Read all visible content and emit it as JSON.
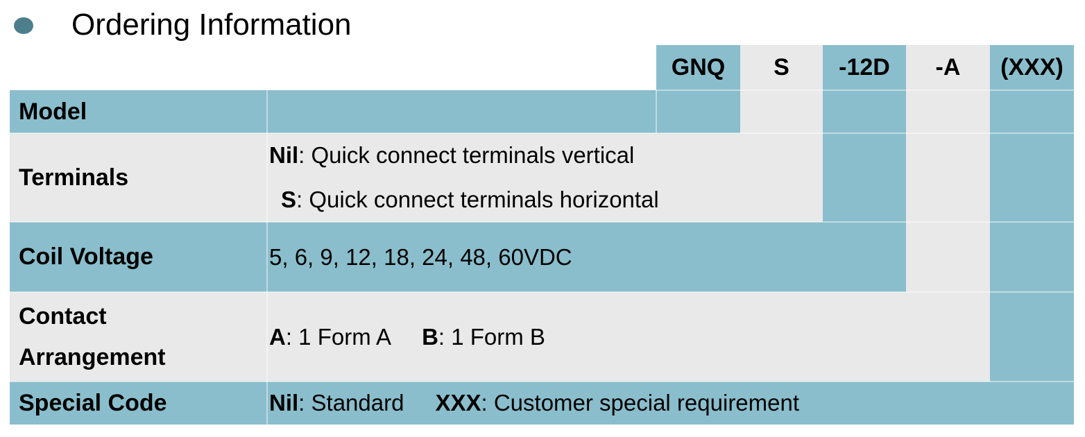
{
  "title": {
    "text": "Ordering Information"
  },
  "colors": {
    "teal": "#8ABECC",
    "gray": "#E9E9E9",
    "bullet": "#4D7E8C",
    "separator": "rgba(255,255,255,0.45)",
    "text": "#000000",
    "page_background": "#FFFFFF"
  },
  "code_header": {
    "cells": [
      {
        "label": "GNQ"
      },
      {
        "label": "S"
      },
      {
        "label": "-12D"
      },
      {
        "label": "-A"
      },
      {
        "label": "(XXX)"
      }
    ]
  },
  "table": {
    "rows": [
      {
        "label": "Model"
      },
      {
        "label": "Terminals",
        "lines": [
          {
            "code": "Nil",
            "text": ": Quick connect terminals vertical"
          },
          {
            "code": "S",
            "text": ": Quick connect terminals horizontal"
          }
        ]
      },
      {
        "label": "Coil Voltage",
        "value": "5, 6, 9, 12, 18, 24, 48, 60VDC"
      },
      {
        "label_line1": "Contact",
        "label_line2": "Arrangement",
        "options": [
          {
            "code": "A",
            "text": ": 1 Form A"
          },
          {
            "code": "B",
            "text": ": 1 Form B"
          }
        ]
      },
      {
        "label": "Special Code",
        "options": [
          {
            "code": "Nil",
            "text": ": Standard"
          },
          {
            "code": "XXX",
            "text": ": Customer special requirement"
          }
        ]
      }
    ]
  }
}
